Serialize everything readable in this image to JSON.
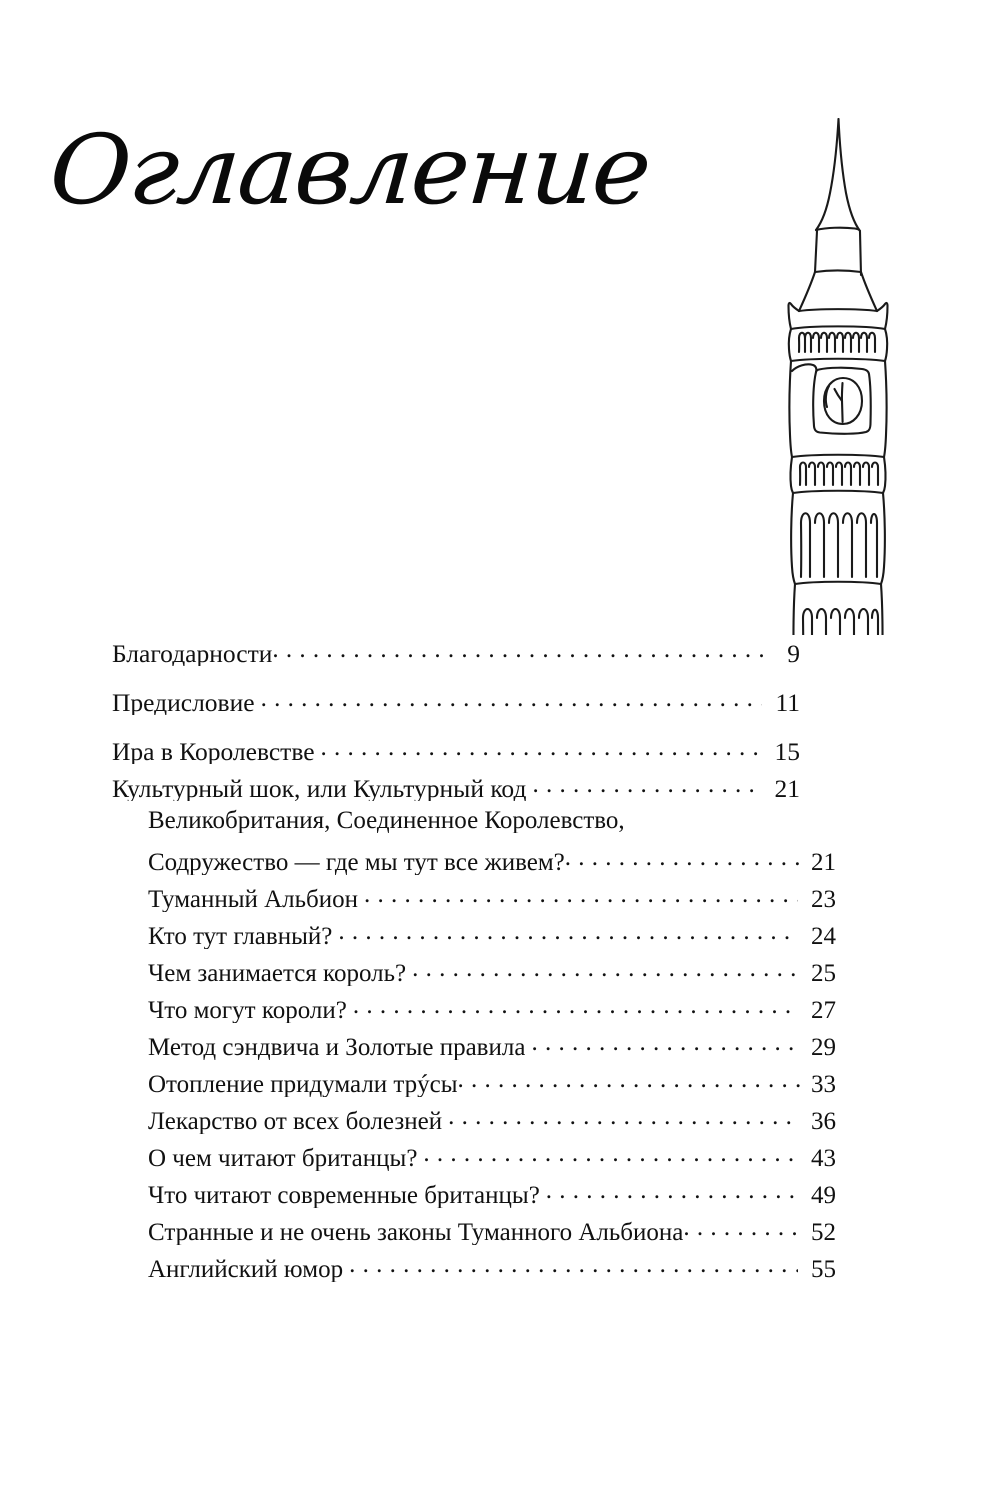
{
  "page": {
    "title": "Оглавление",
    "background_color": "#ffffff",
    "text_color": "#111111"
  },
  "illustration": {
    "name": "big-ben-line-drawing",
    "description": "Continuous single-line drawing of the Big Ben clock tower",
    "stroke_color": "#1a1a1a"
  },
  "toc": {
    "entries": [
      {
        "label": "Благодарности",
        "page": "9",
        "level": 1,
        "leader": "tight",
        "gap_after": true
      },
      {
        "label": "Предисловие",
        "page": "11",
        "level": 1,
        "leader": "normal",
        "gap_after": true
      },
      {
        "label": "Ира в Королевстве",
        "page": "15",
        "level": 1,
        "leader": "normal",
        "gap_after": false
      },
      {
        "label": "Культурный шок, или Культурный код",
        "page": "21",
        "level": 1,
        "leader": "normal",
        "gap_after": false
      },
      {
        "label": "Великобритания, Соединенное Королевство,",
        "page": "",
        "level": 2,
        "leader": "none",
        "gap_after": false
      },
      {
        "label": "Содружество — где мы тут все живем?",
        "page": "21",
        "level": 2,
        "leader": "tight",
        "gap_after": false
      },
      {
        "label": "Туманный Альбион",
        "page": "23",
        "level": 2,
        "leader": "normal",
        "gap_after": false
      },
      {
        "label": "Кто тут главный?",
        "page": "24",
        "level": 2,
        "leader": "normal",
        "gap_after": false
      },
      {
        "label": "Чем занимается король?",
        "page": "25",
        "level": 2,
        "leader": "normal",
        "gap_after": false
      },
      {
        "label": "Что могут короли?",
        "page": "27",
        "level": 2,
        "leader": "normal",
        "gap_after": false
      },
      {
        "label": "Метод сэндвича и Золотые правила",
        "page": "29",
        "level": 2,
        "leader": "normal",
        "gap_after": false
      },
      {
        "label": "Отопление придумали трýсы",
        "page": "33",
        "level": 2,
        "leader": "tight",
        "gap_after": false
      },
      {
        "label": "Лекарство от всех болезней",
        "page": "36",
        "level": 2,
        "leader": "normal",
        "gap_after": false
      },
      {
        "label": "О чем читают британцы?",
        "page": "43",
        "level": 2,
        "leader": "normal",
        "gap_after": false
      },
      {
        "label": "Что читают современные британцы?",
        "page": "49",
        "level": 2,
        "leader": "normal",
        "gap_after": false
      },
      {
        "label": "Странные и не очень законы Туманного Альбиона",
        "page": "52",
        "level": 2,
        "leader": "tight",
        "gap_after": false
      },
      {
        "label": "Английский юмор",
        "page": "55",
        "level": 2,
        "leader": "normal",
        "gap_after": false
      }
    ]
  }
}
